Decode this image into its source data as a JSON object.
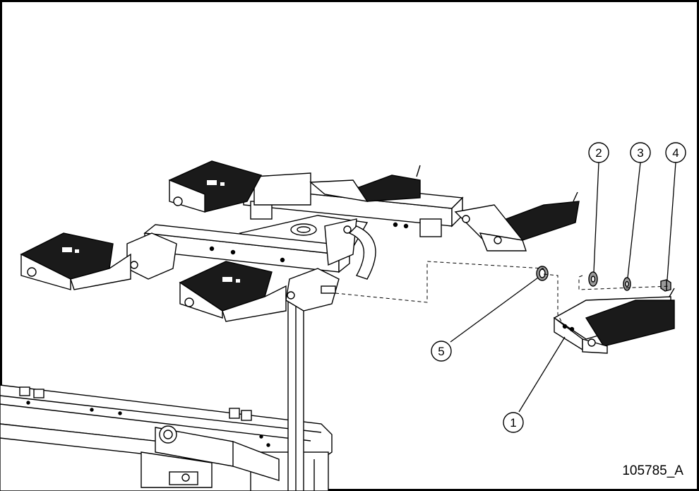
{
  "figure_id": "105785_A",
  "callouts": [
    {
      "id": "c1",
      "label": "1"
    },
    {
      "id": "c2",
      "label": "2"
    },
    {
      "id": "c3",
      "label": "3"
    },
    {
      "id": "c4",
      "label": "4"
    },
    {
      "id": "c5",
      "label": "5"
    }
  ],
  "colors": {
    "ink": "#000000",
    "paper": "#ffffff",
    "shade": "#1a1a1a",
    "mid": "#9a9a9a"
  }
}
